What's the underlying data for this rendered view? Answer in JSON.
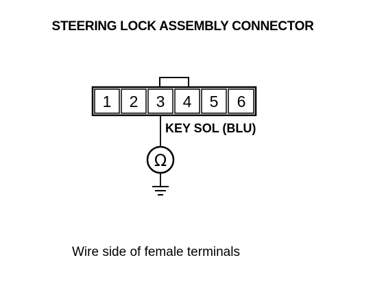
{
  "title": "STEERING LOCK ASSEMBLY CONNECTOR",
  "connector": {
    "terminals": [
      "1",
      "2",
      "3",
      "4",
      "5",
      "6"
    ]
  },
  "probe": {
    "wire_label": "KEY SOL (BLU)",
    "meter_symbol": "Ω",
    "meter_icon": "ohmmeter-icon",
    "ground_icon": "ground-icon"
  },
  "caption": "Wire side of female terminals"
}
